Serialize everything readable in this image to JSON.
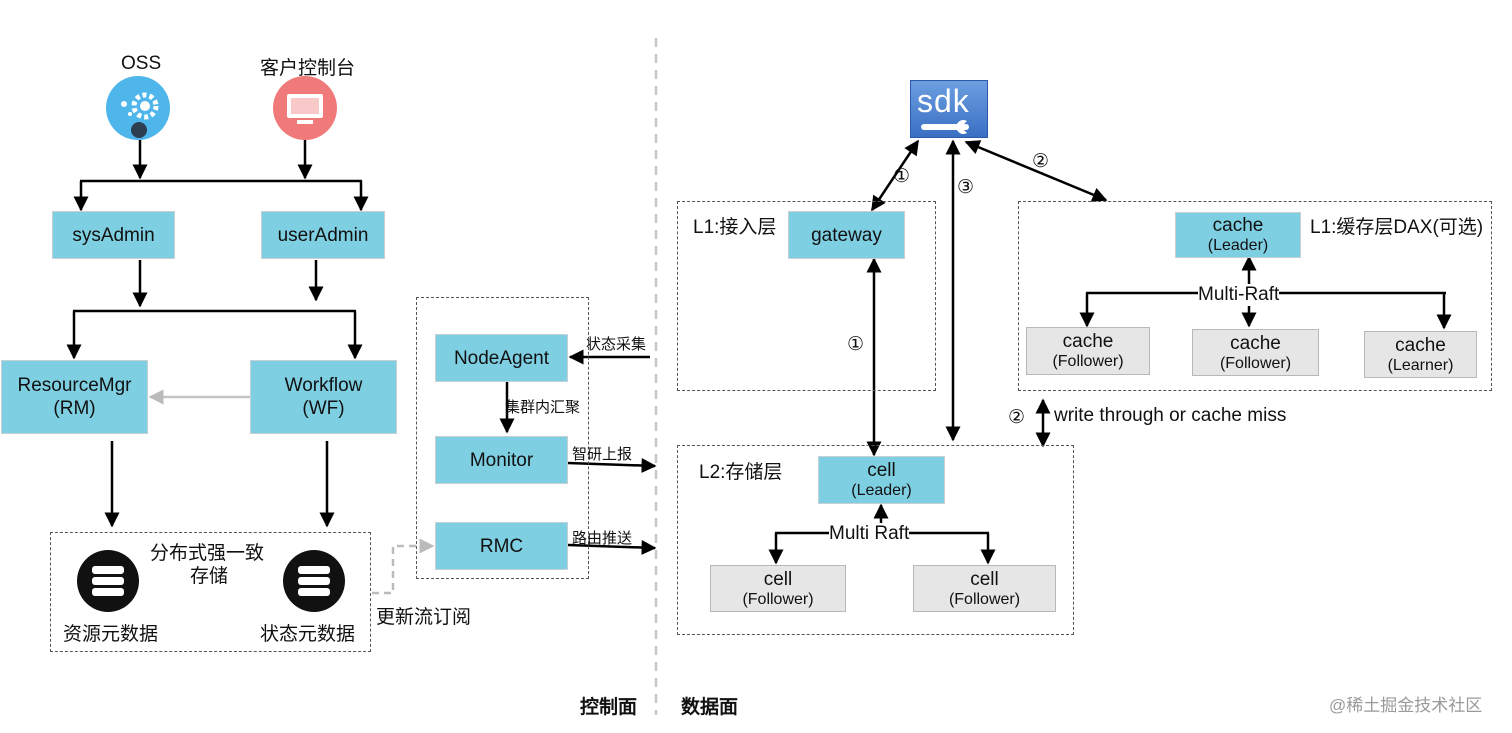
{
  "control": {
    "oss_label": "OSS",
    "console_label": "客户控制台",
    "sysadmin": "sysAdmin",
    "useradmin": "userAdmin",
    "rm_line1": "ResourceMgr",
    "rm_line2": "(RM)",
    "wf_line1": "Workflow",
    "wf_line2": "(WF)",
    "storage_line1": "分布式强一致",
    "storage_line2": "存储",
    "res_meta": "资源元数据",
    "state_meta": "状态元数据",
    "stream_sub": "更新流订阅",
    "nodeagent": "NodeAgent",
    "monitor": "Monitor",
    "rmc": "RMC",
    "state_collect": "状态采集",
    "cluster_agg": "集群内汇聚",
    "report": "智研上报",
    "route_push": "路由推送",
    "plane_label": "控制面"
  },
  "data": {
    "sdk": "sdk",
    "l1_access": "L1:接入层",
    "gateway": "gateway",
    "l1_cache": "L1:缓存层DAX(可选)",
    "cache_word": "cache",
    "leader": "(Leader)",
    "follower": "(Follower)",
    "learner": "(Learner)",
    "multi_raft": "Multi-Raft",
    "multi_raft2": "Multi  Raft",
    "l2_store": "L2:存储层",
    "cell_word": "cell",
    "step1": "①",
    "step2": "②",
    "step3": "③",
    "write_through": "write through  or cache miss",
    "plane_label": "数据面"
  },
  "watermark": "@稀土掘金技术社区",
  "colors": {
    "box_blue": "#7fcfe3",
    "box_gray": "#e6e6e6",
    "oss_blue": "#4fb6ec",
    "console_red": "#f07a7a"
  }
}
